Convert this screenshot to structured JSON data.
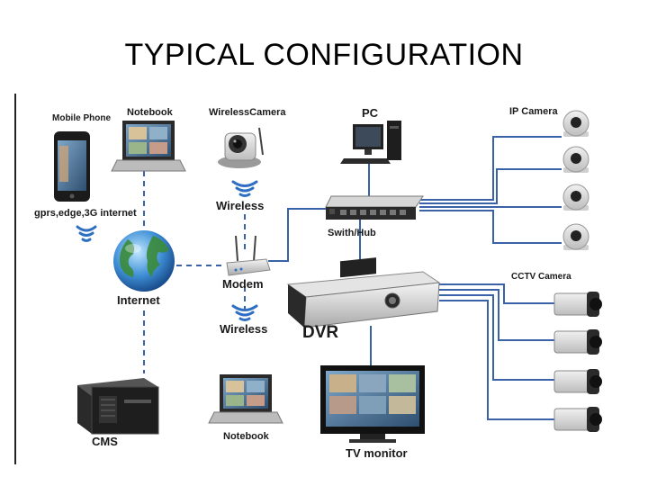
{
  "title": "TYPICAL CONFIGURATION",
  "labels": {
    "mobile_phone": "Mobile Phone",
    "notebook_top": "Notebook",
    "wireless_camera": "WirelessCamera",
    "pc": "PC",
    "ip_camera": "IP Camera",
    "gprs": "gprs,edge,3G internet",
    "wireless_top": "Wireless",
    "switch_hub": "Swith/Hub",
    "internet": "Internet",
    "modem": "Modem",
    "cctv_camera": "CCTV Camera",
    "wireless_bottom": "Wireless",
    "dvr": "DVR",
    "cms": "CMS",
    "notebook_bottom": "Notebook",
    "tv_monitor": "TV monitor"
  },
  "colors": {
    "link_line": "#3a62a8",
    "dashed_line": "#3a62a8",
    "label_text": "#1a1a1a"
  }
}
